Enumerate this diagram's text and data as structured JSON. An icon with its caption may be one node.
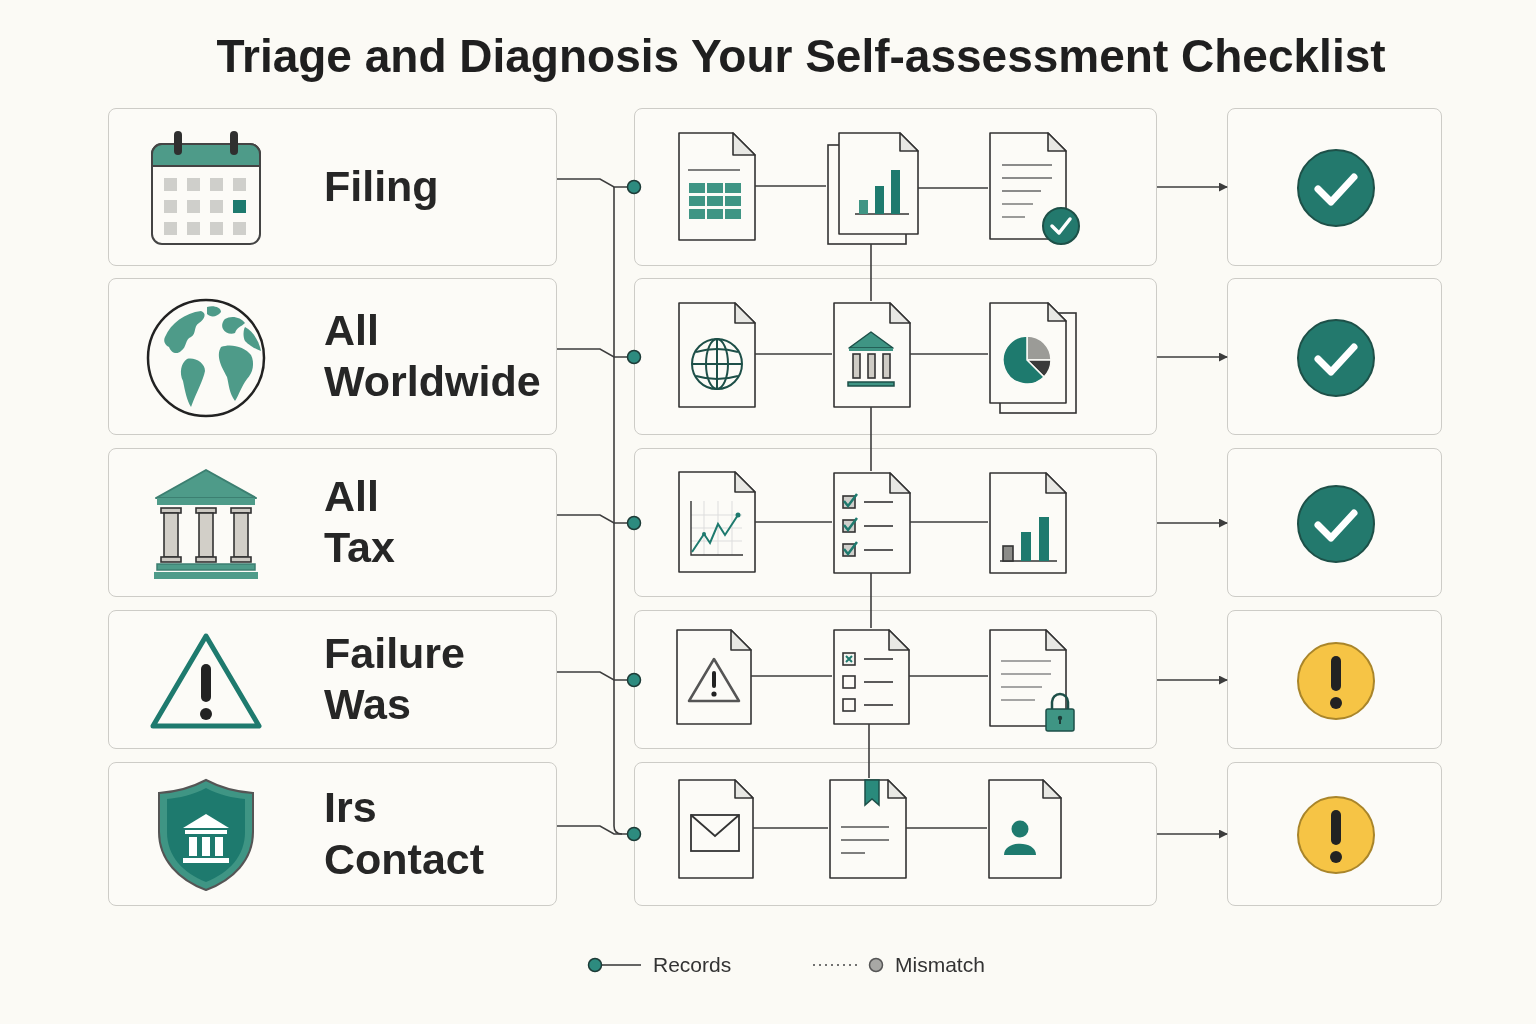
{
  "diagram": {
    "title": "Triage and Diagnosis Your Self-assessment Checklist",
    "nodes": [
      {
        "text": [
          "Filing"
        ]
      },
      {
        "text": [],
        "shape": "box"
      },
      {
        "text": [],
        "shape": "picture",
        "in": 1
      },
      {
        "text": [],
        "shape": "picture",
        "in": 1
      },
      {
        "text": [],
        "shape": "picture",
        "in": 1
      },
      {
        "text": [],
        "shape": "box"
      },
      {
        "text": [
          "All Worldwide"
        ]
      },
      {
        "text": [],
        "shape": "box"
      },
      {
        "text": [],
        "shape": "picture",
        "in": 7
      },
      {
        "text": [],
        "shape": "picture",
        "in": 7
      },
      {
        "text": [],
        "shape": "picture",
        "in": 7
      },
      {
        "text": [],
        "shape": "box"
      },
      {
        "text": [
          "All Tax"
        ]
      },
      {
        "text": [],
        "shape": "box"
      },
      {
        "text": [],
        "shape": "picture",
        "in": 13
      },
      {
        "text": [],
        "shape": "picture",
        "in": 13
      },
      {
        "text": [],
        "shape": "picture",
        "in": 13
      },
      {
        "text": [],
        "shape": "box"
      },
      {
        "text": [
          "Failure Was"
        ]
      },
      {
        "text": [],
        "shape": "box"
      },
      {
        "text": [],
        "shape": "picture",
        "in": 19
      },
      {
        "text": [],
        "shape": "picture",
        "in": 19
      },
      {
        "text": [],
        "shape": "picture",
        "in": 19
      },
      {
        "text": [],
        "shape": "box"
      },
      {
        "text": [
          "Irs Contact"
        ]
      },
      {
        "text": [],
        "shape": "box"
      },
      {
        "text": [],
        "shape": "picture",
        "in": 25
      },
      {
        "text": [],
        "shape": "picture",
        "in": 25
      },
      {
        "text": [],
        "shape": "picture",
        "in": 25
      },
      {
        "text": [],
        "shape": "box"
      }
    ],
    "edges": [
      {
        "from": 0,
        "to": 1,
        "arrow": "other"
      },
      {
        "from": 2,
        "to": 3,
        "arrow": "none"
      },
      {
        "from": 3,
        "to": 4,
        "arrow": "none"
      },
      {
        "from": 1,
        "to": 5,
        "arrow": "to"
      },
      {
        "from": 3,
        "to": 9,
        "arrow": "none"
      },
      {
        "from": 6,
        "to": 7,
        "arrow": "other"
      },
      {
        "from": 8,
        "to": 9,
        "arrow": "none"
      },
      {
        "from": 9,
        "to": 10,
        "arrow": "none"
      },
      {
        "from": 7,
        "to": 11,
        "arrow": "to"
      },
      {
        "from": 9,
        "to": 15,
        "arrow": "none"
      },
      {
        "from": 12,
        "to": 13,
        "arrow": "other"
      },
      {
        "from": 14,
        "to": 15,
        "arrow": "none"
      },
      {
        "from": 15,
        "to": 16,
        "arrow": "none"
      },
      {
        "from": 13,
        "to": 17,
        "arrow": "to"
      },
      {
        "from": 15,
        "to": 21,
        "arrow": "none"
      },
      {
        "from": 18,
        "to": 19,
        "arrow": "other"
      },
      {
        "from": 20,
        "to": 21,
        "arrow": "none"
      },
      {
        "from": 21,
        "to": 22,
        "arrow": "none"
      },
      {
        "from": 19,
        "to": 23,
        "arrow": "to"
      },
      {
        "from": 21,
        "to": 27,
        "arrow": "none"
      },
      {
        "from": 24,
        "to": 25,
        "arrow": "other"
      },
      {
        "from": 26,
        "to": 27,
        "arrow": "none"
      },
      {
        "from": 27,
        "to": 28,
        "arrow": "none"
      },
      {
        "from": 25,
        "to": 29,
        "arrow": "to"
      }
    ],
    "legend": [
      {
        "text": "Records"
      },
      {
        "text": "Mismatch"
      }
    ]
  }
}
